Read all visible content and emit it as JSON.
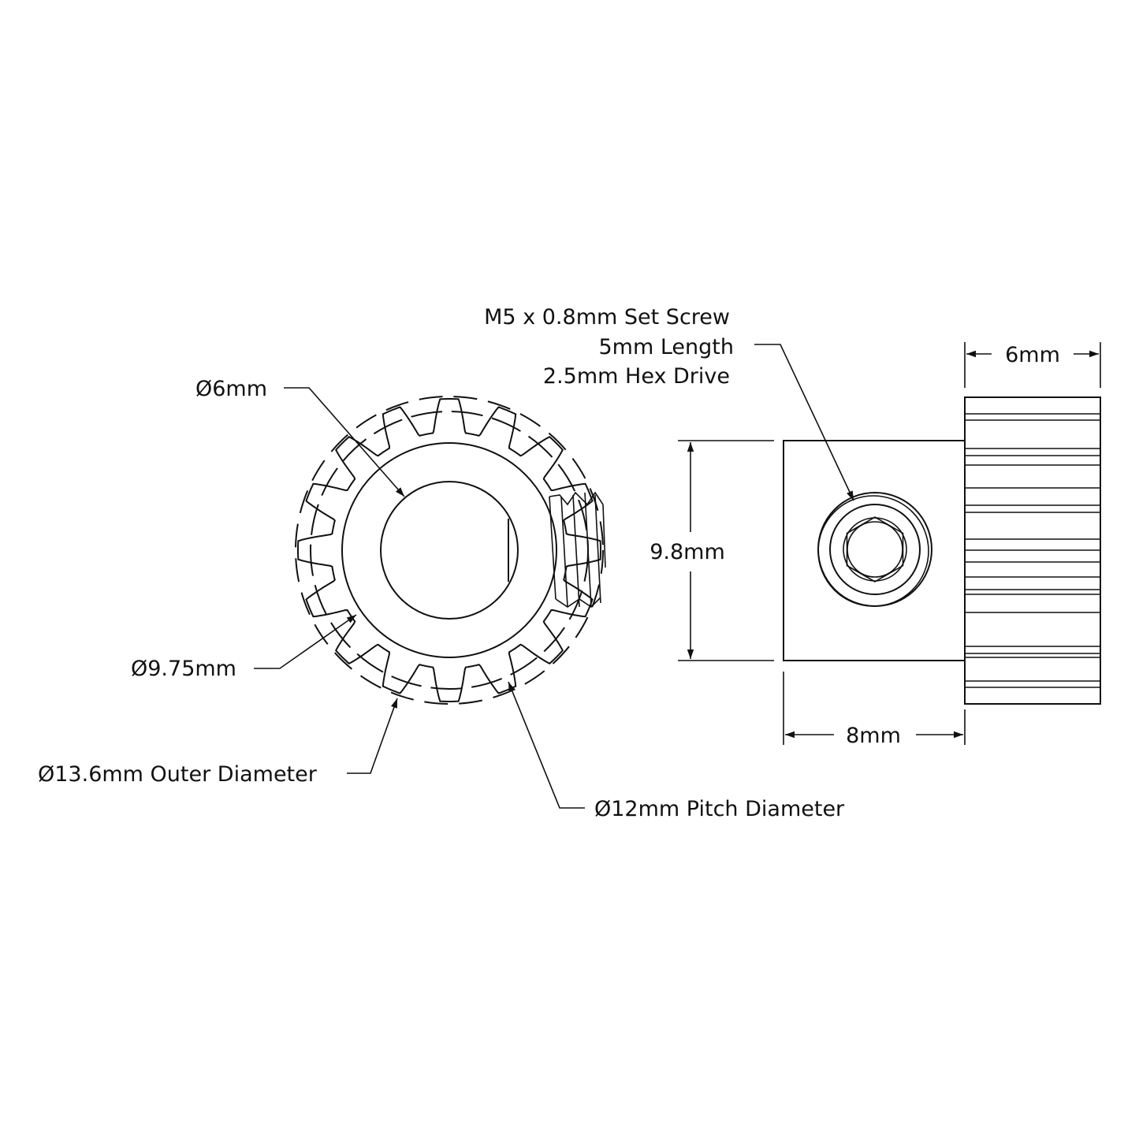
{
  "drawing": {
    "gear_teeth": 16,
    "labels": {
      "bore": "Ø6mm",
      "root": "Ø9.75mm",
      "outer": "Ø13.6mm Outer Diameter",
      "pitch": "Ø12mm Pitch Diameter",
      "set_screw_1": "M5 x 0.8mm Set Screw",
      "set_screw_2": "5mm Length",
      "set_screw_3": "2.5mm Hex Drive",
      "hub_height": "9.8mm",
      "hub_length": "8mm",
      "gear_width": "6mm"
    }
  }
}
